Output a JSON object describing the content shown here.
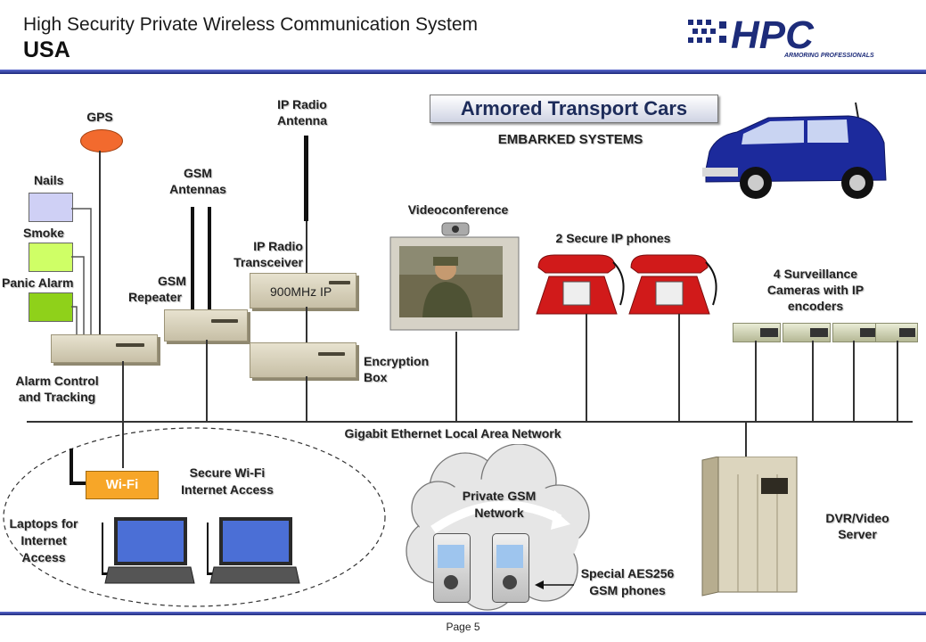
{
  "header": {
    "title": "High Security Private Wireless Communication System",
    "subtitle": "USA",
    "logo_text": "HPC",
    "logo_tagline": "ARMORING PROFESSIONALS"
  },
  "labels": {
    "banner": "Armored  Transport Cars",
    "embarked": "EMBARKED SYSTEMS",
    "gps": "GPS",
    "ip_radio_antenna_1": "IP Radio",
    "ip_radio_antenna_2": "Antenna",
    "nails": "Nails",
    "smoke": "Smoke",
    "panic": "Panic Alarm",
    "gsm_antennas_1": "GSM",
    "gsm_antennas_2": "Antennas",
    "ip_transceiver_1": "IP Radio",
    "ip_transceiver_2": "Transceiver",
    "gsm_repeater_1": "GSM",
    "gsm_repeater_2": "Repeater",
    "ip_900": "900MHz IP",
    "alarm_1": "Alarm Control",
    "alarm_2": "and Tracking",
    "encryption_1": "Encryption",
    "encryption_2": "Box",
    "videoconference": "Videoconference",
    "ip_phones": "2 Secure IP phones",
    "cams_1": "4  Surveillance",
    "cams_2": "Cameras with IP",
    "cams_3": "encoders",
    "lan": "Gigabit Ethernet Local Area Network",
    "wifi": "Wi-Fi",
    "secure_wifi_1": "Secure Wi-Fi",
    "secure_wifi_2": "Internet Access",
    "laptops_1": "Laptops for",
    "laptops_2": "Internet",
    "laptops_3": "Access",
    "private_gsm_1": "Private GSM",
    "private_gsm_2": "Network",
    "aes_1": "Special AES256",
    "aes_2": "GSM phones",
    "dvr_1": "DVR/Video",
    "dvr_2": "Server",
    "page": "Page  5"
  },
  "colors": {
    "header_rule": "#2b3a8f",
    "van": "#1c2a9c",
    "phone": "#d11a1a",
    "gps": "#f26a2e",
    "nails": "#cfd0f5",
    "smoke": "#cfff66",
    "panic": "#8fd11a"
  }
}
